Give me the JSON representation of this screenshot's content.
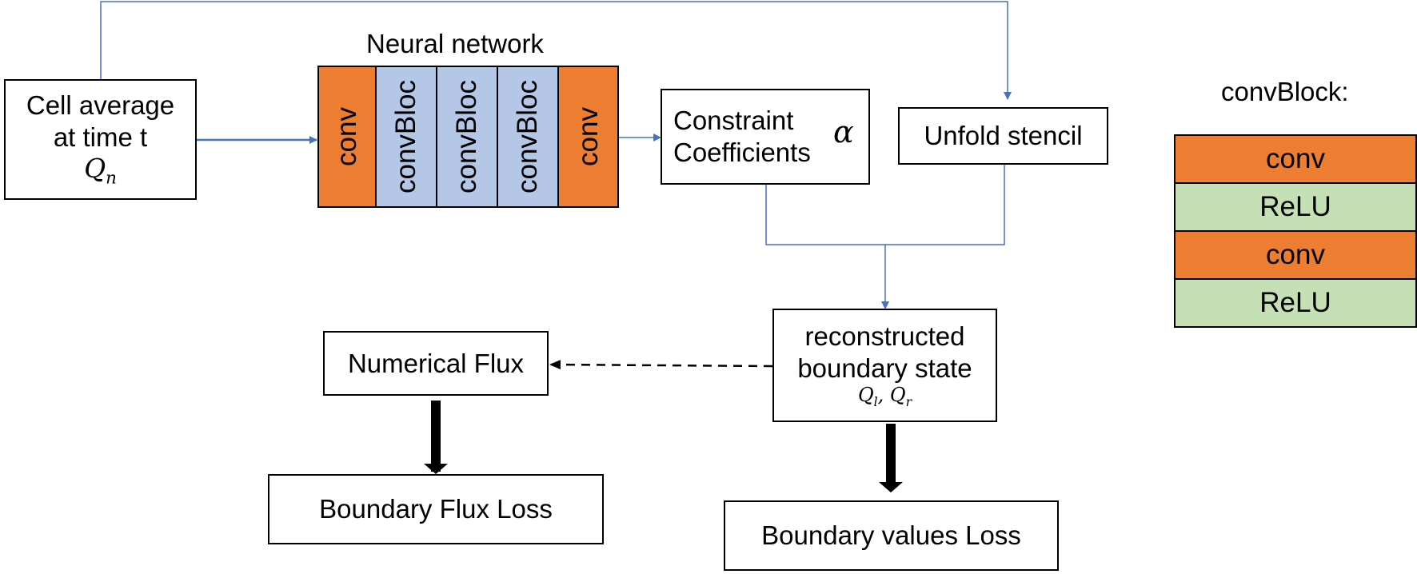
{
  "input_box": {
    "line1": "Cell average",
    "line2": "at time t",
    "math": "Q",
    "math_sub": "n"
  },
  "network": {
    "title": "Neural network",
    "layers": [
      "conv",
      "convBloc",
      "convBloc",
      "convBloc",
      "conv"
    ]
  },
  "constraint_box": {
    "line1": "Constraint",
    "line2": "Coefficients",
    "symbol": "α"
  },
  "unfold_box": {
    "label": "Unfold stencil"
  },
  "recon_box": {
    "line1": "reconstructed",
    "line2": "boundary state",
    "math_a": "Q",
    "math_a_sub": "l",
    "sep": ", ",
    "math_b": "Q",
    "math_b_sub": "r"
  },
  "flux_box": {
    "label": "Numerical Flux"
  },
  "flux_loss_box": {
    "label": "Boundary Flux Loss"
  },
  "values_loss_box": {
    "label": "Boundary values Loss"
  },
  "conv_block": {
    "title": "convBlock:",
    "rows": [
      "conv",
      "ReLU",
      "conv",
      "ReLU"
    ]
  },
  "colors": {
    "conv": "#ed7d31",
    "conv_block": "#b4c7e7",
    "relu": "#c5e0b4",
    "connector": "#4472c4"
  }
}
